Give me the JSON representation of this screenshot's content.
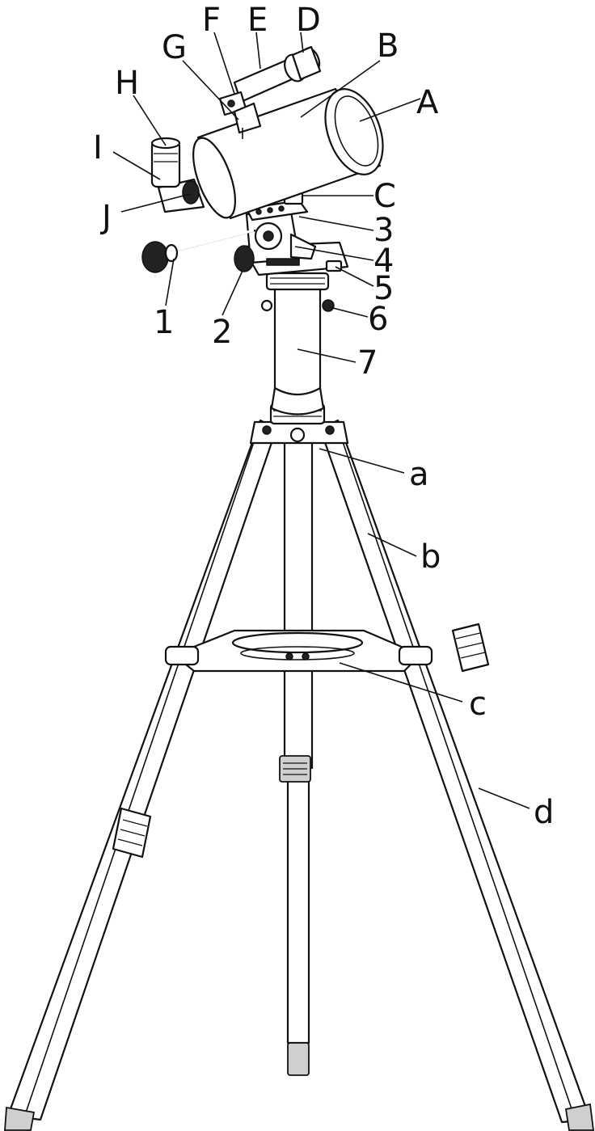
{
  "labels": {
    "A": "A",
    "B": "B",
    "C": "C",
    "D": "D",
    "E": "E",
    "F": "F",
    "G": "G",
    "H": "H",
    "I": "I",
    "J": "J",
    "n1": "1",
    "n2": "2",
    "n3": "3",
    "n4": "4",
    "n5": "5",
    "n6": "6",
    "n7": "7",
    "a": "a",
    "b": "b",
    "c": "c",
    "d": "d"
  }
}
